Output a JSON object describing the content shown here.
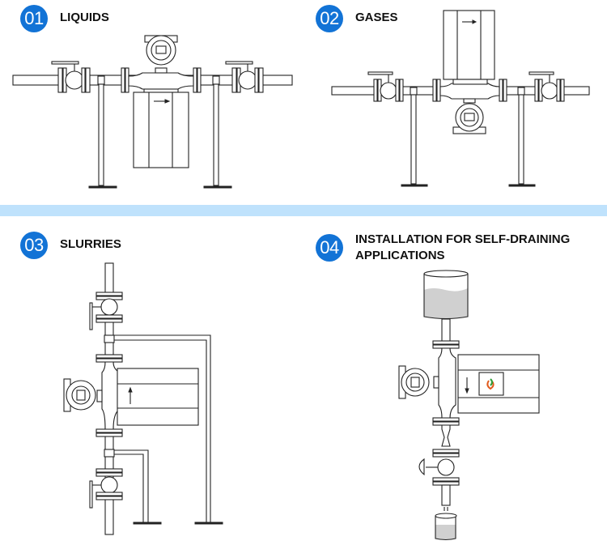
{
  "sections": [
    {
      "number": "01",
      "title": "LIQUIDS"
    },
    {
      "number": "02",
      "title": "GASES"
    },
    {
      "number": "03",
      "title": "SLURRIES"
    },
    {
      "number": "04",
      "title_line1": "INSTALLATION FOR SELF-DRAINING",
      "title_line2": "APPLICATIONS"
    }
  ],
  "colors": {
    "badge": "#1273d6",
    "divider_band": "#bfe2fc",
    "line": "#222222",
    "liquid_fill": "#d0d0d0"
  }
}
